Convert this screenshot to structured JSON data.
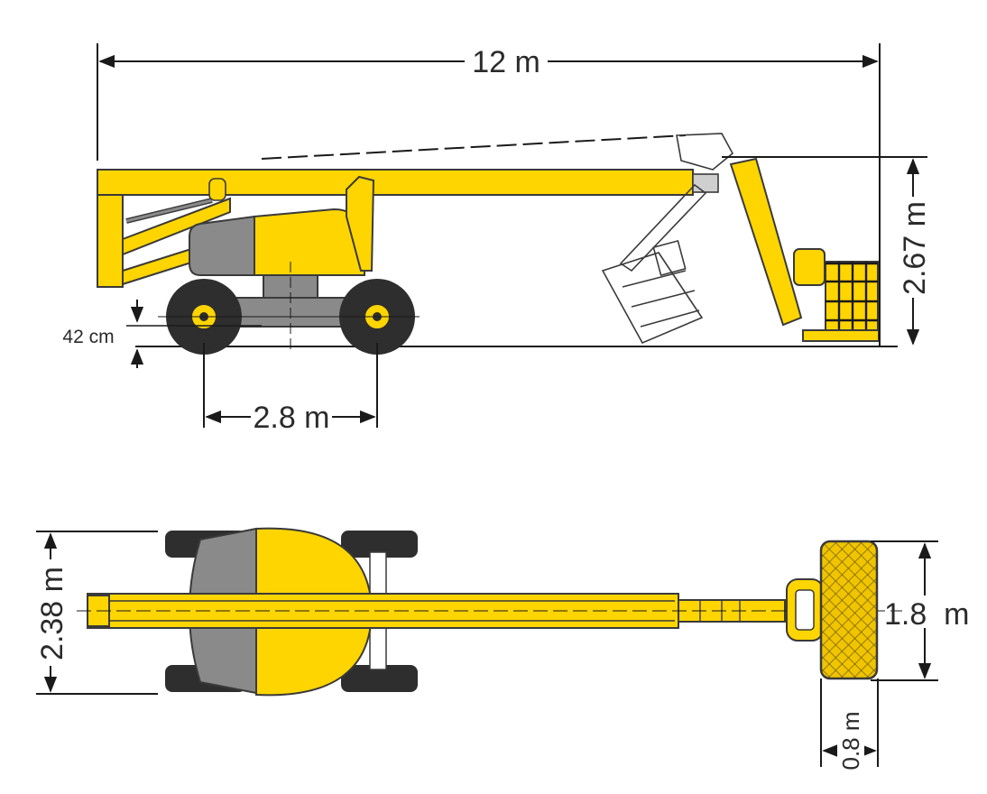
{
  "dimensions": {
    "overall_length": "12 m",
    "stowed_height": "2.67 m",
    "ground_clearance": "42 cm",
    "wheelbase": "2.8 m",
    "overall_width": "2.38 m",
    "platform_width": "1.8  m",
    "platform_depth": "0.8 m"
  },
  "colors": {
    "machine_yellow": "#ffd500",
    "outline": "#3a3a3a",
    "grey_body": "#8a8a8a",
    "tire": "#2e2e2e",
    "line": "#1a1a1a"
  }
}
